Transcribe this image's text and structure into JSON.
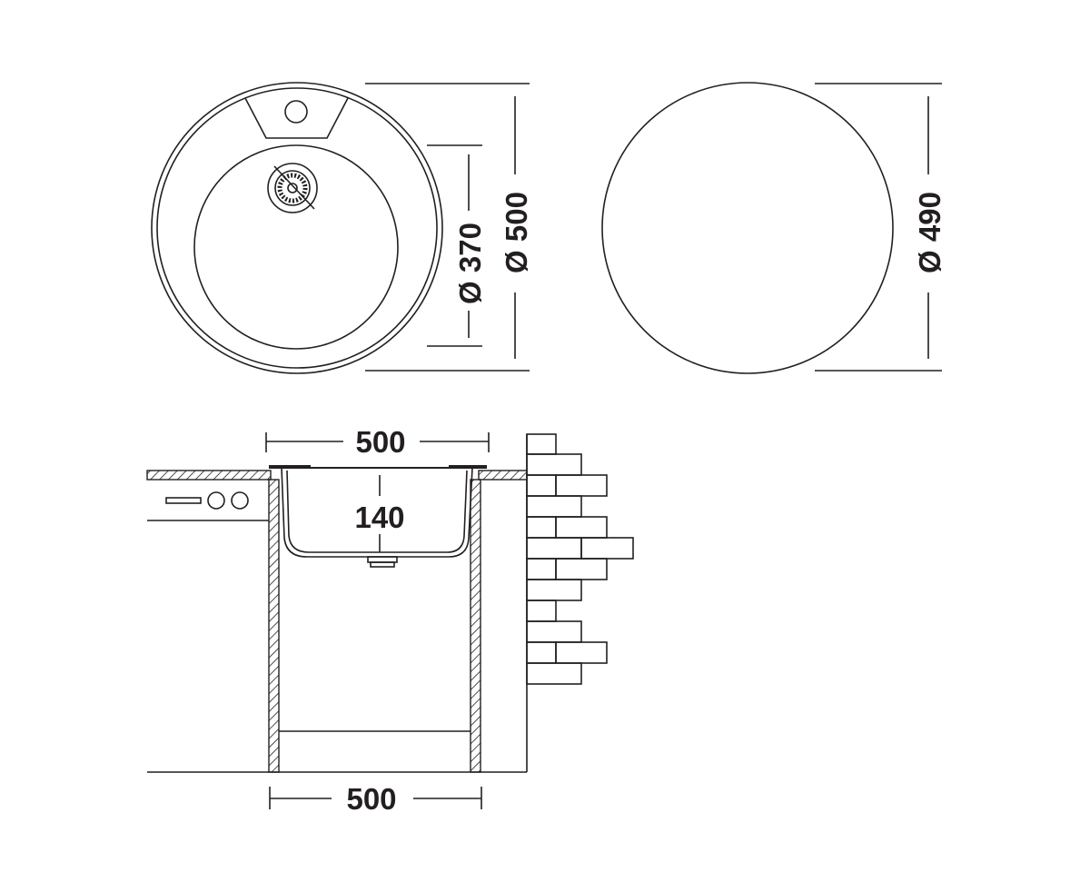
{
  "top_view": {
    "outer_diameter_label": "Ø 500",
    "bowl_diameter_label": "Ø 370"
  },
  "cutout_view": {
    "cutout_diameter_label": "Ø 490"
  },
  "section_view": {
    "top_width_label": "500",
    "depth_label": "140",
    "cabinet_width_label": "500"
  },
  "colors": {
    "line": "#231f20",
    "background": "#ffffff"
  }
}
